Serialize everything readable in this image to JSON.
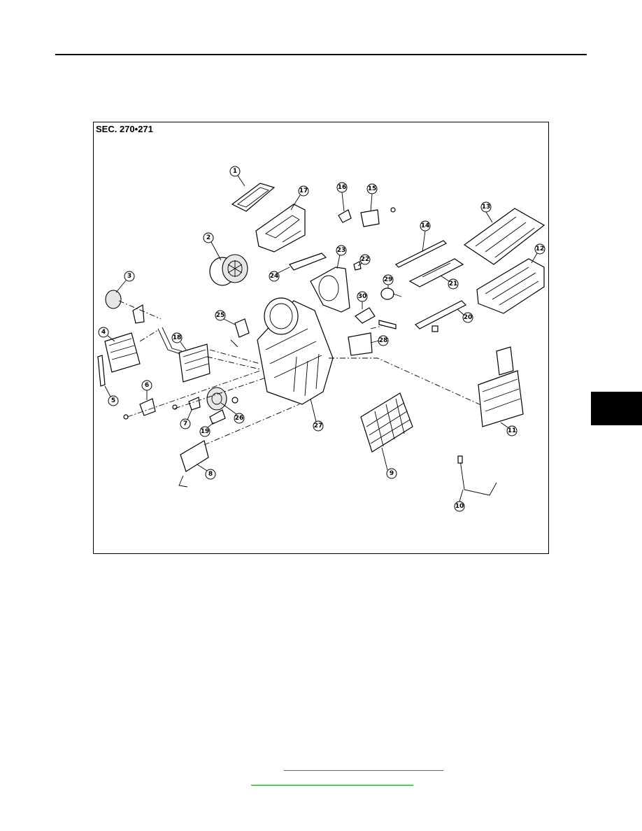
{
  "diagram": {
    "section_label": "SEC. 270•271",
    "callouts": [
      "1",
      "2",
      "3",
      "4",
      "5",
      "6",
      "7",
      "8",
      "9",
      "10",
      "11",
      "12",
      "13",
      "14",
      "15",
      "16",
      "17",
      "18",
      "19",
      "20",
      "21",
      "22",
      "23",
      "24",
      "25",
      "26",
      "27",
      "28",
      "29",
      "30"
    ]
  },
  "colors": {
    "line": "#000000",
    "link": "#00b000",
    "tab": "#000000"
  }
}
